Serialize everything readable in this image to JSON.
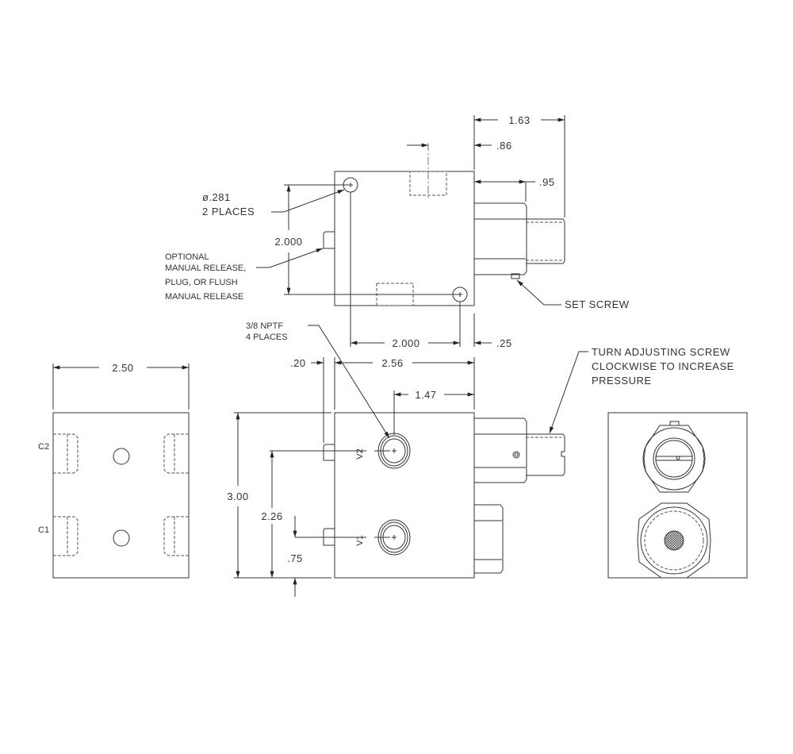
{
  "drawing": {
    "top_view": {
      "dim_overall_extension": "1.63",
      "dim_port_offset": ".86",
      "dim_body_extension": ".95",
      "dim_hole_spacing_vertical": "2.000",
      "dim_hole_spacing_horizontal": "2.000",
      "dim_set_screw_offset": ".25",
      "hole_note": [
        "ø.281",
        "2 PLACES"
      ],
      "manual_release_note": [
        "OPTIONAL",
        "MANUAL RELEASE,",
        "PLUG, OR FLUSH",
        "MANUAL RELEASE"
      ],
      "set_screw_label": "SET SCREW"
    },
    "front_view": {
      "port_note": [
        "3/8 NPTF",
        "4 PLACES"
      ],
      "dim_width": "2.56",
      "dim_stub": ".20",
      "dim_port_from_edge": "1.47",
      "dim_height": "3.00",
      "dim_v2_height": "2.26",
      "dim_v1_height": ".75",
      "port_v2": "V2",
      "port_v1": "V1",
      "adjust_note": [
        "TURN ADJUSTING SCREW",
        "CLOCKWISE TO INCREASE",
        "PRESSURE"
      ]
    },
    "side_view": {
      "dim_width": "2.50",
      "port_c2": "C2",
      "port_c1": "C1"
    }
  }
}
